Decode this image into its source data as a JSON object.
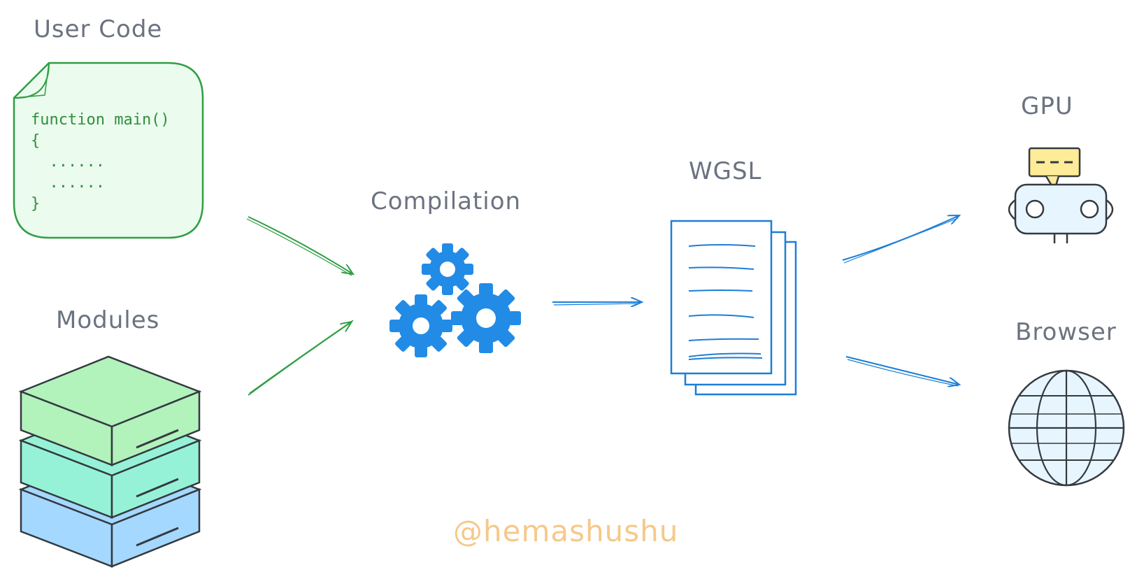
{
  "labels": {
    "user_code": "User Code",
    "modules": "Modules",
    "compilation": "Compilation",
    "wgsl": "WGSL",
    "gpu": "GPU",
    "browser": "Browser"
  },
  "code": {
    "line1": "function main()",
    "line2": "{",
    "line3": "  ......",
    "line4": "  ......",
    "line5": "}"
  },
  "watermark": "@hemashushu",
  "colors": {
    "green": "#2f9e44",
    "blue": "#1c7ed6",
    "gray_text": "#6b7280",
    "code_bg": "#ebfbee",
    "gear": "#228be6",
    "watermark": "#f5c98a"
  },
  "icons": {
    "code": "code-file-icon",
    "modules": "stacked-modules-icon",
    "compilation": "gears-icon",
    "wgsl": "documents-icon",
    "gpu": "robot-icon",
    "browser": "globe-icon"
  }
}
